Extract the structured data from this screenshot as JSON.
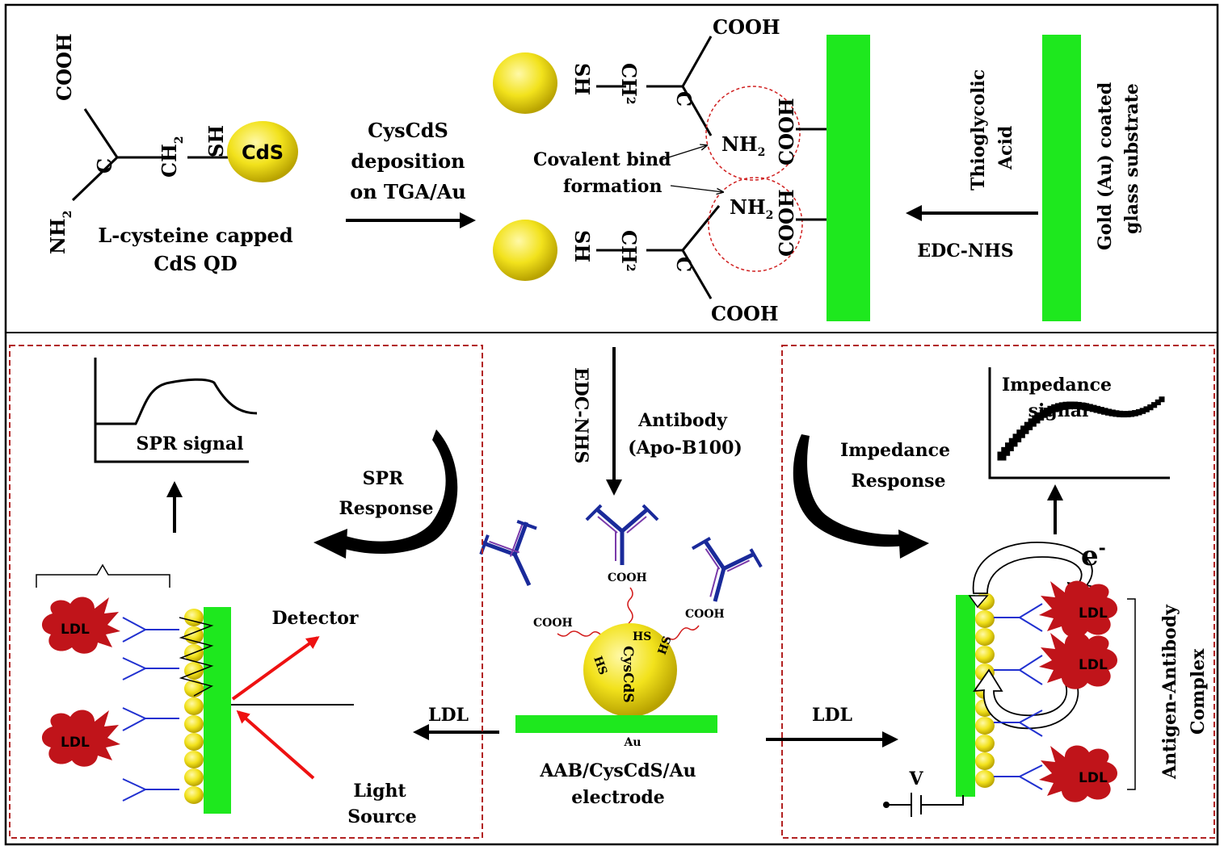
{
  "top_left": {
    "cooh": "COOH",
    "c": "C",
    "ch2": "CH",
    "ch2_sub": "2",
    "sh": "SH",
    "nh2": "NH",
    "nh2_sub": "2",
    "qd_label": "CdS",
    "caption_line1": "L-cysteine capped",
    "caption_line2": "CdS QD"
  },
  "deposition": {
    "line1": "CysCdS",
    "line2": "deposition",
    "line3": "on TGA/Au"
  },
  "top_center": {
    "cooh_top": "COOH",
    "cooh_bottom": "COOH",
    "c": "C",
    "ch2": "CH",
    "ch2_sub": "2",
    "sh": "SH",
    "nh2": "NH",
    "nh2_sub": "2",
    "substrate_cooh": "COOH",
    "substrate_sh": "SH",
    "covalent_line1": "Covalent bind",
    "covalent_line2": "formation"
  },
  "top_right": {
    "tga_line1": "Thioglycolic",
    "tga_line2": "Acid",
    "edc": "EDC-NHS",
    "gold_line1": "Gold (Au) coated",
    "gold_line2": "glass substrate"
  },
  "center": {
    "edc": "EDC-NHS",
    "antibody_line1": "Antibody",
    "antibody_line2": "(Apo-B100)",
    "cooh": "COOH",
    "hs": "HS",
    "qd_label": "CysCdS",
    "au": "Au",
    "electrode_line1": "AAB/CysCdS/Au",
    "electrode_line2": "electrode",
    "ldl_left": "LDL",
    "ldl_right": "LDL"
  },
  "left_panel": {
    "spr_signal": "SPR signal",
    "response_line1": "SPR",
    "response_line2": "Response",
    "detector": "Detector",
    "light_line1": "Light",
    "light_line2": "Source",
    "ldl": "LDL"
  },
  "right_panel": {
    "impedance_line1": "Impedance",
    "impedance_line2": "signal",
    "response_line1": "Impedance",
    "response_line2": "Response",
    "electron": "e",
    "electron_sup": "-",
    "complex_line1": "Antigen-Antibody",
    "complex_line2": "Complex",
    "voltage": "V",
    "ldl": "LDL"
  },
  "colors": {
    "green": "#1ee81e",
    "yellow": "#f2e21c",
    "dark_red": "#c0141a",
    "antibody_blue": "#1a2a9a",
    "antibody_purple": "#7a3aaa",
    "panel_border": "#b22222",
    "red_ray": "#ee1111"
  }
}
